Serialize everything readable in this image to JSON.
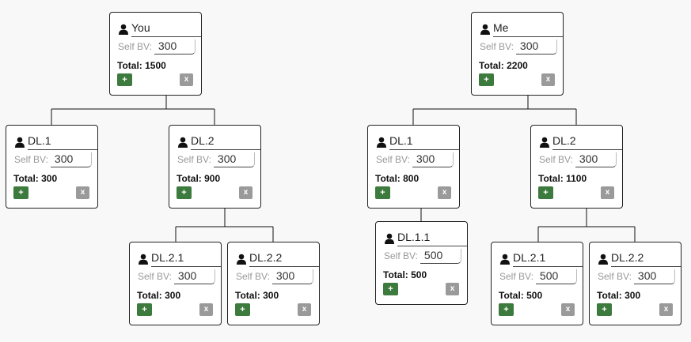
{
  "trees": [
    {
      "root": {
        "name": "You",
        "bv_label": "Self BV:",
        "bv": "300",
        "total": "Total: 1500",
        "add": "+",
        "remove": "x"
      },
      "children": [
        {
          "name": "DL.1",
          "bv_label": "Self BV:",
          "bv": "300",
          "total": "Total: 300",
          "add": "+",
          "remove": "x"
        },
        {
          "name": "DL.2",
          "bv_label": "Self BV:",
          "bv": "300",
          "total": "Total: 900",
          "add": "+",
          "remove": "x",
          "children": [
            {
              "name": "DL.2.1",
              "bv_label": "Self BV:",
              "bv": "300",
              "total": "Total: 300",
              "add": "+",
              "remove": "x"
            },
            {
              "name": "DL.2.2",
              "bv_label": "Self BV:",
              "bv": "300",
              "total": "Total: 300",
              "add": "+",
              "remove": "x"
            }
          ]
        }
      ]
    },
    {
      "root": {
        "name": "Me",
        "bv_label": "Self BV:",
        "bv": "300",
        "total": "Total: 2200",
        "add": "+",
        "remove": "x"
      },
      "children": [
        {
          "name": "DL.1",
          "bv_label": "Self BV:",
          "bv": "300",
          "total": "Total: 800",
          "add": "+",
          "remove": "x",
          "children": [
            {
              "name": "DL.1.1",
              "bv_label": "Self BV:",
              "bv": "500",
              "total": "Total: 500",
              "add": "+",
              "remove": "x"
            }
          ]
        },
        {
          "name": "DL.2",
          "bv_label": "Self BV:",
          "bv": "300",
          "total": "Total: 1100",
          "add": "+",
          "remove": "x",
          "children": [
            {
              "name": "DL.2.1",
              "bv_label": "Self BV:",
              "bv": "500",
              "total": "Total: 500",
              "add": "+",
              "remove": "x"
            },
            {
              "name": "DL.2.2",
              "bv_label": "Self BV:",
              "bv": "300",
              "total": "Total: 300",
              "add": "+",
              "remove": "x"
            }
          ]
        }
      ]
    }
  ],
  "colors": {
    "add_button": "#3d7a3d",
    "remove_button": "#9a9a9a",
    "connector": "#111111"
  },
  "icons": {
    "node": "user-icon"
  }
}
